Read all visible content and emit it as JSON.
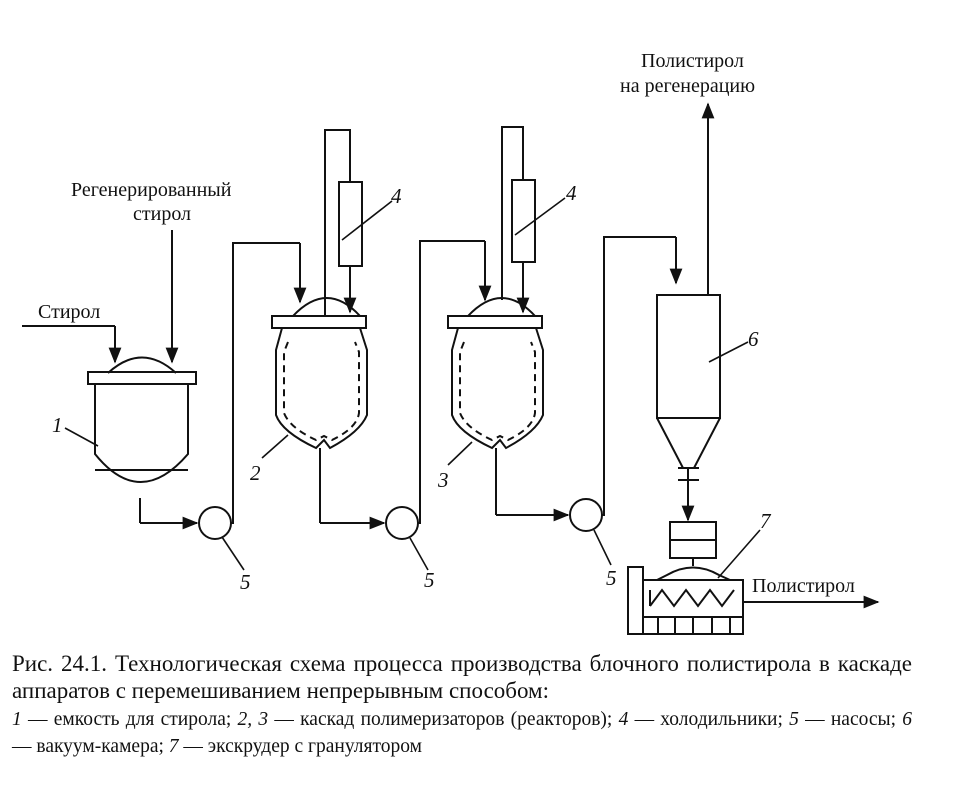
{
  "labels": {
    "regen_styrene_line1": "Регенерированный",
    "regen_styrene_line2": "стирол",
    "styrene_in": "Стирол",
    "polystyrene_regen_line1": "Полистирол",
    "polystyrene_regen_line2": "на регенерацию",
    "polystyrene_out": "Полистирол"
  },
  "numbers": {
    "tank": "1",
    "reactor_a": "2",
    "reactor_b": "3",
    "cooler_a": "4",
    "cooler_b": "4",
    "pump_a": "5",
    "pump_b": "5",
    "pump_c": "5",
    "vacuum_chamber": "6",
    "extruder": "7"
  },
  "caption": {
    "title": "Рис. 24.1. Технологическая схема процесса производства блочного полистирола в каскаде аппаратов с перемешиванием непрерывным способом:",
    "legend": [
      {
        "num": "1",
        "text": " — емкость для стирола; "
      },
      {
        "num": "2, 3",
        "text": " — каскад полимеризаторов (реакторов); "
      },
      {
        "num": "4",
        "text": " — холодильники; "
      },
      {
        "num": "5",
        "text": " — насосы; "
      },
      {
        "num": "6",
        "text": " — вакуум-камера; "
      },
      {
        "num": "7",
        "text": " — экскрудер с гранулятором"
      }
    ]
  }
}
